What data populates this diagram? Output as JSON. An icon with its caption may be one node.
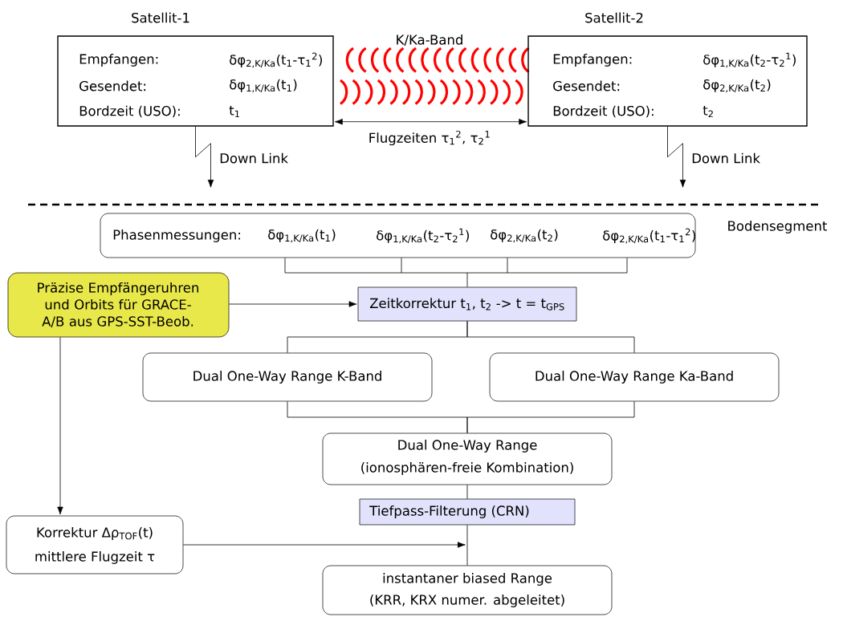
{
  "diagram": {
    "nodes": [
      {
        "text": [
          "Satellit-1",
          "Empfangen:",
          "δφ$_{2,K/Ka}$(t$_{1}$-τ$_{1}$$^{2}$)",
          "Gesendet:",
          "δφ$_{1,K/Ka}$(t$_{1}$)",
          "Bordzeit (USO):",
          "t$_{1}$"
        ]
      },
      {
        "text": [
          "Satellit-2",
          "Empfangen:",
          "δφ$_{1,K/Ka}$(t$_{2}$-τ$_{2}$$^{1}$)",
          "Gesendet:",
          "δφ$_{2,K/Ka}$(t$_{2}$)",
          "Bordzeit (USO):",
          "t$_{2}$"
        ]
      },
      {
        "text": [
          "Phasenmessungen:",
          "δφ$_{1,K/Ka}$(t$_{1}$)",
          "δφ$_{1,K/Ka}$(t$_{2}$-τ$_{2}$$^{1}$)",
          "δφ$_{2,K/Ka}$(t$_{2}$)",
          "δφ$_{2,K/Ka}$(t$_{1}$-τ$_{1}$$^{2}$)"
        ]
      },
      {
        "text": [
          "Präzise Empfängeruhren und Orbits für GRACE-A/B aus GPS-SST-Beob."
        ]
      },
      {
        "text": [
          "Zeitkorrektur t$_{1}$, t$_{2}$ -> t = t$_{GPS}$"
        ]
      },
      {
        "text": [
          "Dual One-Way Range K-Band"
        ]
      },
      {
        "text": [
          "Dual One-Way Range Ka-Band"
        ]
      },
      {
        "text": [
          "Dual One-Way Range",
          "(ionosphären-freie Kombination)"
        ]
      },
      {
        "text": [
          "Tiefpass-Filterung (CRN)"
        ]
      },
      {
        "text": [
          "Korrektur Δρ$_{TOF}$(t)",
          "mittlere Flugzeit τ"
        ]
      },
      {
        "text": [
          "instantaner biased Range",
          "(KRR, KRX numer. abgeleitet)"
        ]
      }
    ],
    "edges": [
      {
        "from": 0,
        "to": 1,
        "arrow": "both",
        "label": "Flugzeiten τ$_{1}$$^{2}$, τ$_{2}$$^{1}$"
      },
      {
        "from": 0,
        "to": null,
        "arrow": "to",
        "label": "Down Link"
      },
      {
        "from": 1,
        "to": null,
        "arrow": "to",
        "label": "Down Link"
      },
      {
        "from": 2,
        "to": 4,
        "arrow": "none"
      },
      {
        "from": 3,
        "to": 4,
        "arrow": "to"
      },
      {
        "from": 4,
        "to": 5,
        "arrow": "none"
      },
      {
        "from": 4,
        "to": 6,
        "arrow": "none"
      },
      {
        "from": 5,
        "to": 7,
        "arrow": "none"
      },
      {
        "from": 6,
        "to": 7,
        "arrow": "none"
      },
      {
        "from": 7,
        "to": 8,
        "arrow": "none"
      },
      {
        "from": 3,
        "to": 9,
        "arrow": "to"
      },
      {
        "from": 9,
        "to": null,
        "arrow": "to"
      },
      {
        "from": 8,
        "to": 10,
        "arrow": "none"
      }
    ],
    "labels": [
      "K/Ka-Band",
      "Bodensegment"
    ]
  }
}
